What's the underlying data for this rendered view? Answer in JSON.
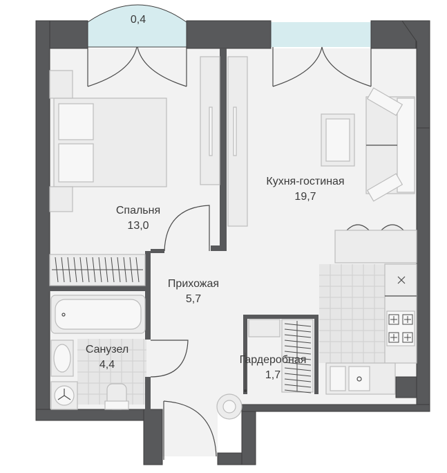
{
  "colors": {
    "wall": "#58595b",
    "wall_stroke": "#3c3c3c",
    "floor": "#f2f2f2",
    "bath_floor": "#e6e6e6",
    "furniture_stroke": "#bcbcbc",
    "furniture_fill": "#ececec",
    "window": "#d6ecef",
    "tile": "#cfcfcf"
  },
  "rooms": {
    "bedroom": {
      "name": "Спальня",
      "area": "13,0"
    },
    "kitchen_living": {
      "name": "Кухня-гостиная",
      "area": "19,7"
    },
    "hallway": {
      "name": "Прихожая",
      "area": "5,7"
    },
    "bathroom": {
      "name": "Санузел",
      "area": "4,4"
    },
    "wardrobe": {
      "name": "Гардеробная",
      "area": "1,7"
    }
  },
  "balcony": {
    "area": "0,4"
  }
}
